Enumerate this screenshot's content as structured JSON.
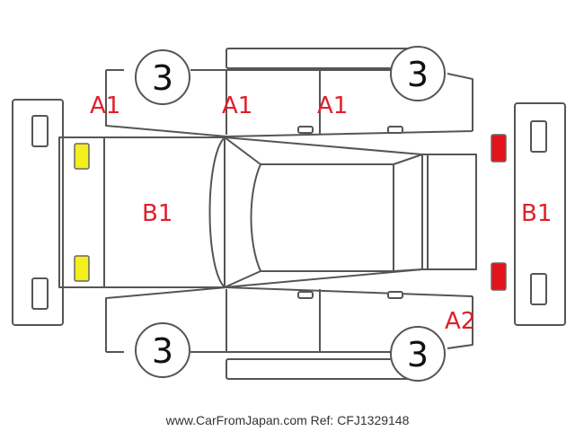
{
  "diagram": {
    "damage_codes": {
      "front_left_fender": "A1",
      "front_left_door": "A1",
      "rear_left_door": "A1",
      "hood": "B1",
      "tailgate": "B1",
      "rear_right_quarter": "A2"
    },
    "tire_scores": {
      "front_left": "3",
      "rear_left": "3",
      "front_right": "3",
      "rear_right": "3"
    },
    "lamp_colors": {
      "front": "#f2ef1c",
      "rear": "#e3131b"
    }
  },
  "footer": {
    "watermark": "www.CarFromJapan.com Ref: CFJ1329148"
  }
}
